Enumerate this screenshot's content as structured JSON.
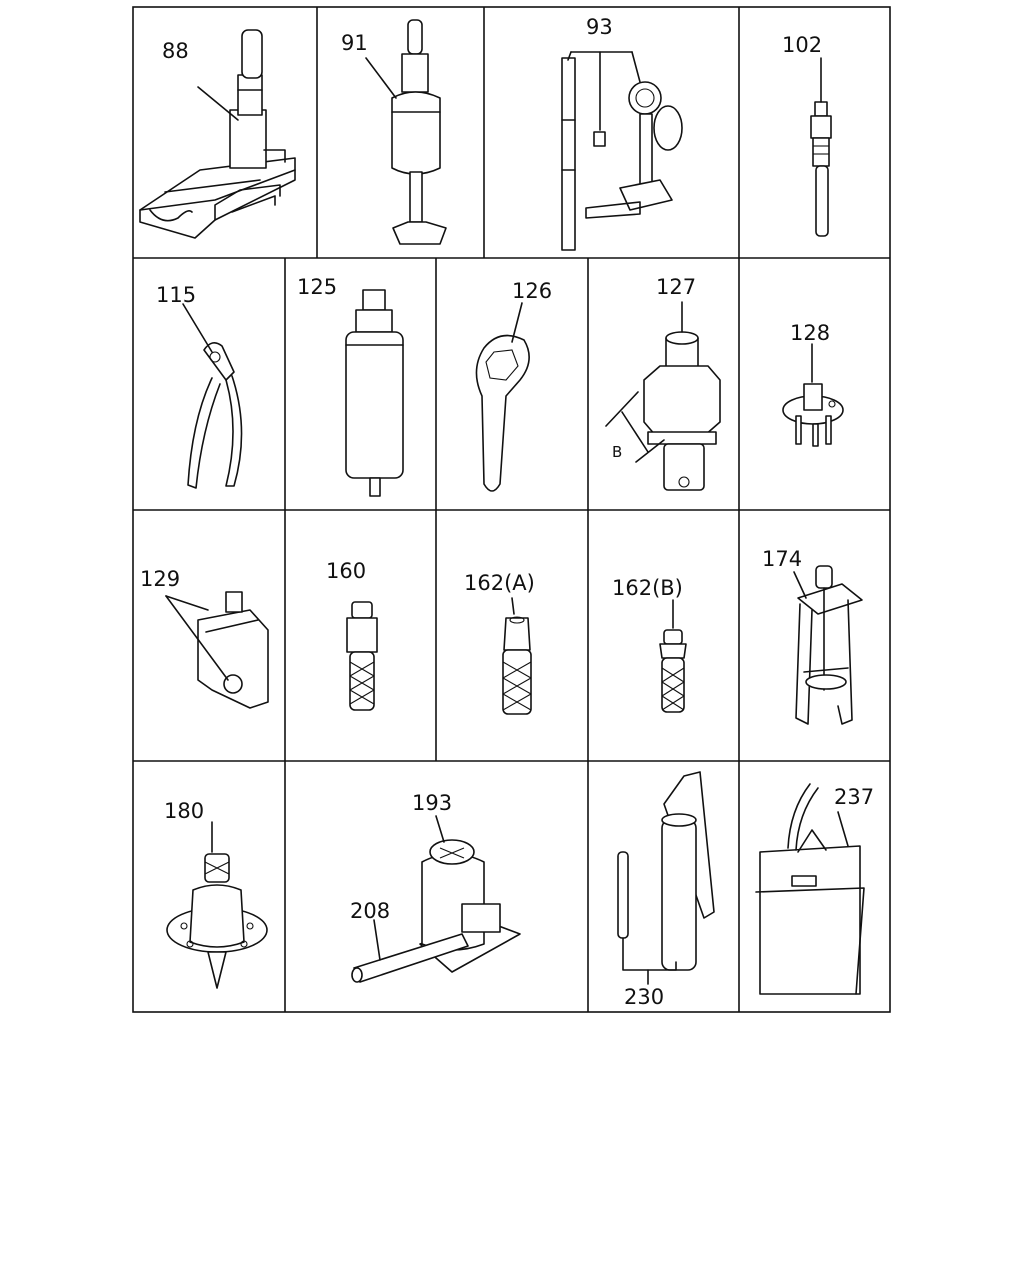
{
  "items": [
    {
      "callout": "88",
      "tool": "stand-with-base-plate"
    },
    {
      "callout": "91",
      "tool": "sliding-hammer"
    },
    {
      "callout": "93",
      "tool": "injection-nozzle-tester"
    },
    {
      "callout": "102",
      "tool": "adapter-pipe"
    },
    {
      "callout": "115",
      "tool": "pliers"
    },
    {
      "callout": "125",
      "tool": "cylindrical-installer"
    },
    {
      "callout": "126",
      "tool": "ring-wrench"
    },
    {
      "callout": "127",
      "tool": "hex-socket-remover"
    },
    {
      "callout": "128",
      "tool": "three-pin-puller-plate"
    },
    {
      "callout": "129",
      "tool": "clamp-fixture"
    },
    {
      "callout": "160",
      "tool": "knurled-adapter"
    },
    {
      "callout": "162(A)",
      "tool": "knurled-adapter-a"
    },
    {
      "callout": "162(B)",
      "tool": "knurled-adapter-b"
    },
    {
      "callout": "174",
      "tool": "two-jaw-puller"
    },
    {
      "callout": "180",
      "tool": "centering-base"
    },
    {
      "callout": "193",
      "tool": "bottle-jack"
    },
    {
      "callout": "208",
      "tool": "jack-handle-bar"
    },
    {
      "callout": "230",
      "tool": "grease-gun"
    },
    {
      "callout": "237",
      "tool": "tool-bag"
    }
  ],
  "labels": {
    "dimension_b": "B"
  }
}
